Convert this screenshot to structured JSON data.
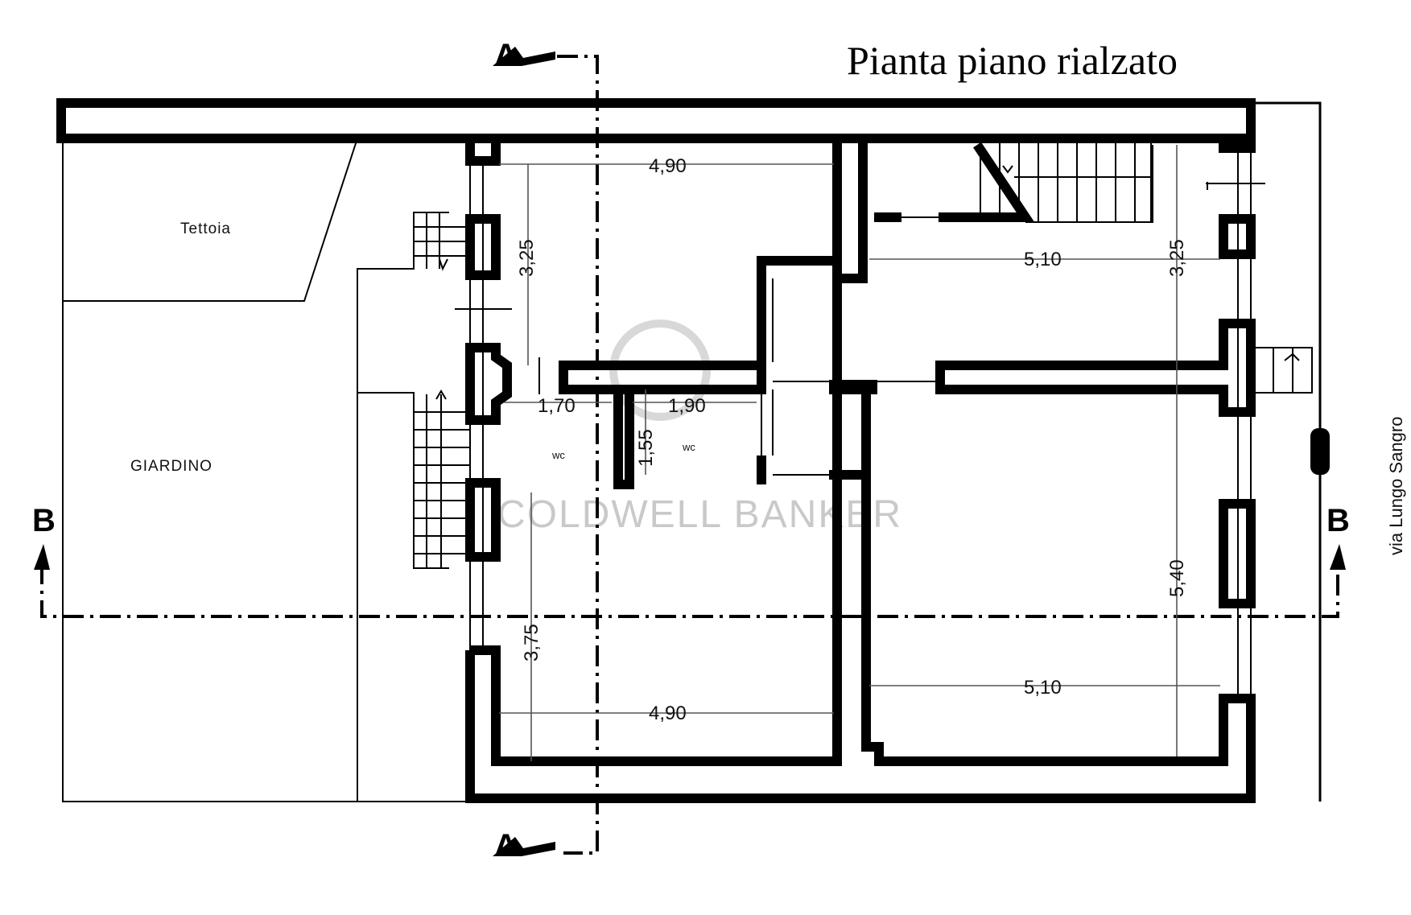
{
  "plan": {
    "title": "Pianta piano rialzato",
    "labels": {
      "tettoia": "Tettoia",
      "giardino": "GIARDINO",
      "wc_left": "wc",
      "wc_right": "wc",
      "street": "via Lungo Sangro"
    },
    "dimensions": {
      "top_left_width": "4,90",
      "top_left_height": "3,25",
      "top_right_width": "5,10",
      "top_right_height": "3,25",
      "wc_left_width": "1,70",
      "wc_right_width": "1,90",
      "wc_height": "1,55",
      "bottom_left_width": "4,90",
      "bottom_left_height": "3,75",
      "bottom_right_width": "5,10",
      "bottom_right_height": "5,40"
    },
    "section_markers": {
      "a_top": "A",
      "a_bottom": "A",
      "b_left": "B",
      "b_right": "B"
    },
    "watermark": "COLDWELL BANKER",
    "colors": {
      "ink": "#000000",
      "watermark": "#c9c9c9"
    }
  }
}
